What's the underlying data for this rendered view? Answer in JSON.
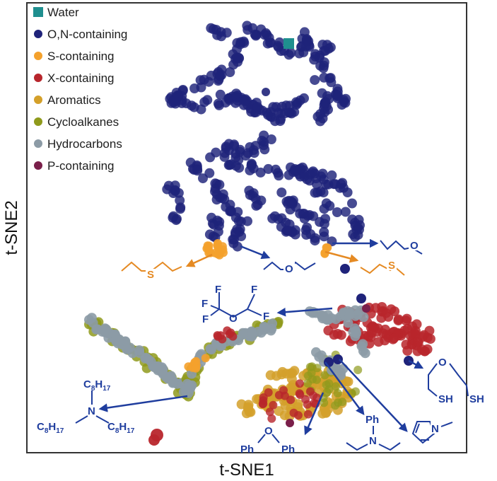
{
  "colors": {
    "water": "#1f8f8f",
    "on": "#1f237a",
    "s": "#f4a12c",
    "x": "#b8262c",
    "arom": "#d4a02a",
    "cyclo": "#8f9a1c",
    "hc": "#8c9ba6",
    "p": "#7a1f4a",
    "struct_blue": "#1f3d9e",
    "struct_orange": "#e58a23"
  },
  "chart_data": {
    "type": "scatter",
    "xlabel": "t-SNE1",
    "ylabel": "t-SNE2",
    "grid": false,
    "legend_position": "top-left",
    "legend": [
      {
        "key": "water",
        "label": "Water",
        "marker": "square"
      },
      {
        "key": "on",
        "label": "O,N-containing",
        "marker": "circle"
      },
      {
        "key": "s",
        "label": "S-containing",
        "marker": "circle"
      },
      {
        "key": "x",
        "label": "X-containing",
        "marker": "circle"
      },
      {
        "key": "arom",
        "label": "Aromatics",
        "marker": "circle"
      },
      {
        "key": "cyclo",
        "label": "Cycloalkanes",
        "marker": "circle"
      },
      {
        "key": "hc",
        "label": "Hydrocarbons",
        "marker": "circle"
      },
      {
        "key": "p",
        "label": "P-containing",
        "marker": "circle"
      }
    ]
  },
  "annotations": {
    "methyl_ether": "O",
    "diethyl_ether": "O",
    "diethyl_sulfide": "S",
    "methyl_sulfide": "S",
    "fluoro_ether": {
      "F": "F",
      "O": "O"
    },
    "amine": {
      "c8": "C",
      "sub8": "8",
      "h": "H",
      "sub17": "17",
      "n": "N"
    },
    "thioether": {
      "o": "O",
      "sh": "SH"
    },
    "diphenyl_ether": {
      "ph": "Ph",
      "o": "O"
    },
    "aniline": {
      "ph": "Ph",
      "n": "N"
    },
    "imidazole": {
      "n": "N"
    }
  }
}
